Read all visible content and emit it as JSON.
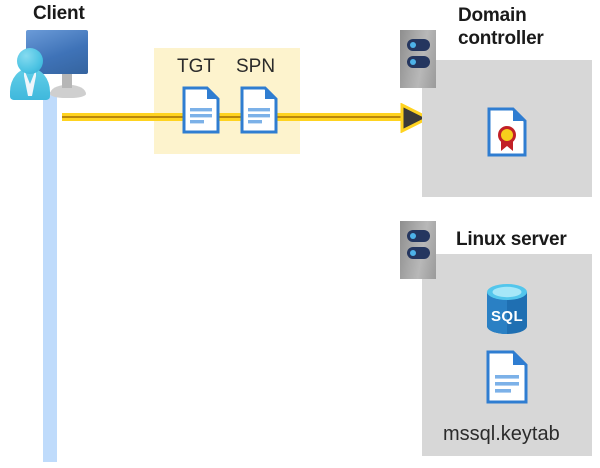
{
  "diagram": {
    "title_client": "Client",
    "title_domain_controller": "Domain\ncontroller",
    "title_domain_controller_line1": "Domain",
    "title_domain_controller_line2": "controller",
    "title_linux_server": "Linux server",
    "ticket_labels": {
      "tgt": "TGT",
      "spn": "SPN"
    },
    "keytab_caption": "mssql.keytab",
    "icons": {
      "client": "user-monitor-icon",
      "tgt_document": "document-icon",
      "spn_document": "document-icon",
      "certificate": "certificate-document-icon",
      "sql_database": "sql-database-icon",
      "keytab_document": "document-icon",
      "domain_controller_server": "server-rack-icon",
      "linux_server": "server-rack-icon",
      "flow_arrow": "arrow-right-icon"
    },
    "colors": {
      "flow_line": "#ffd320",
      "flow_line_core": "#b9870c",
      "arrow_head": "#3a3a3a",
      "highlight_band": "#fdf3cd",
      "panel": "#d7d7d7",
      "lifeline": "#bfdbfb",
      "document_blue": "#2f7dd1",
      "document_line": "#7cb1e8",
      "certificate_seal": "#f7cf1c",
      "certificate_ribbon": "#c22026",
      "sql_blue": "#1f6fb2",
      "sql_top": "#53c6ec",
      "server_slot": "#24365f",
      "server_led": "#4db2e8",
      "text": "#1a1a1a"
    }
  }
}
